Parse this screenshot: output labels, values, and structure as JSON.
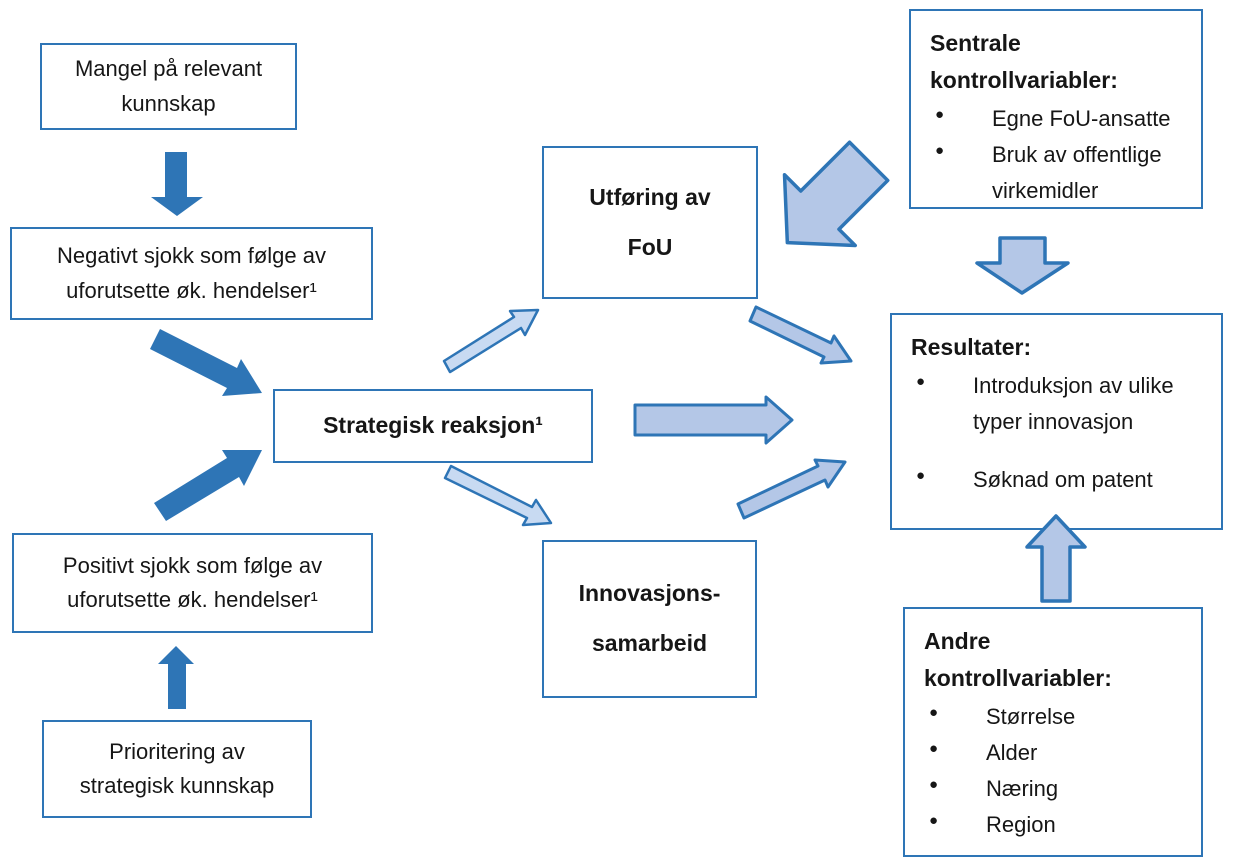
{
  "colors": {
    "box_border": "#2E75B6",
    "arrow_dark": "#2E75B6",
    "arrow_light_fill": "#B4C7E7",
    "arrow_lighter_fill": "#C8DAF2",
    "arrow_stroke": "#2E75B6",
    "text_color": "#161616",
    "bg": "#FFFFFF"
  },
  "icons": {
    "bullet": "●"
  },
  "boxes": {
    "mangel": {
      "lines": [
        "Mangel på relevant",
        "kunnskap"
      ]
    },
    "negativt": {
      "lines": [
        "Negativt sjokk som følge av",
        "uforutsette øk. hendelser¹"
      ]
    },
    "strategisk": {
      "lines": [
        "Strategisk reaksjon¹"
      ]
    },
    "positivt": {
      "lines": [
        "Positivt sjokk som følge av",
        "uforutsette øk. hendelser¹"
      ]
    },
    "prioritering": {
      "lines": [
        "Prioritering av",
        "strategisk kunnskap"
      ]
    },
    "utforing": {
      "lines": [
        "Utføring av",
        "FoU"
      ]
    },
    "innovasjons": {
      "lines": [
        "Innovasjons-",
        "samarbeid"
      ]
    },
    "sentrale": {
      "heading": "Sentrale kontrollvariabler:",
      "items": [
        "Egne FoU-ansatte",
        "Bruk av offentlige virkemidler"
      ]
    },
    "resultater": {
      "heading": "Resultater:",
      "items": [
        "Introduksjon av ulike typer innovasjon",
        "Søknad om patent"
      ]
    },
    "andre": {
      "heading": "Andre kontrollvariabler:",
      "items": [
        "Størrelse",
        "Alder",
        "Næring",
        "Region"
      ]
    }
  }
}
